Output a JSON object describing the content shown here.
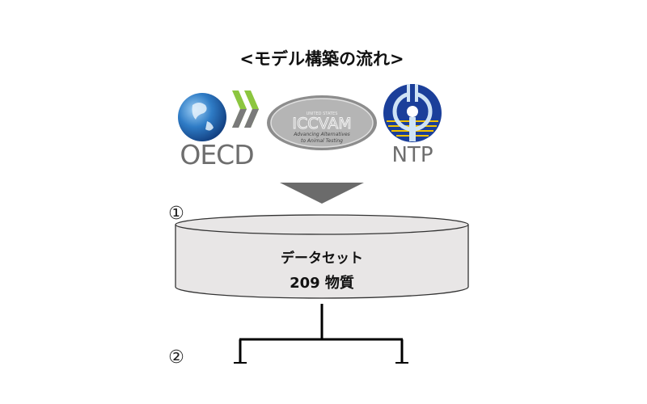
{
  "title": "<モデル構築の流れ>",
  "logos": {
    "oecd": "OECD",
    "iccvam": "ICCVAM",
    "iccvam_top": "UNITED STATES",
    "iccvam_sub1": "Advancing Alternatives",
    "iccvam_sub2": "to Animal Testing",
    "ntp": "NTP"
  },
  "steps": {
    "step1_marker": "①",
    "step2_marker": "②"
  },
  "dataset": {
    "label": "データセット",
    "count": "209 物質"
  },
  "colors": {
    "arrow": "#6b6b6b",
    "cylinder": "#e8e6e6",
    "oecd_globe": "#1f5fa8",
    "oecd_chevron_green": "#8cc63f",
    "ntp_blue": "#1b3f9a",
    "ntp_yellow": "#f2c200"
  }
}
